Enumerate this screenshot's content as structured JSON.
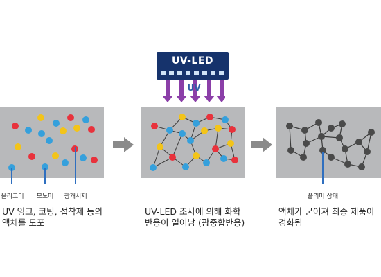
{
  "led": {
    "label": "UV-LED",
    "uv_label": "UV"
  },
  "colors": {
    "panel": "#b8b9bb",
    "led_body": "#16336c",
    "uv_arrow": "#8b3fa8",
    "red": "#e8323c",
    "yellow": "#f3c419",
    "blue": "#35a0dc",
    "cured_node": "#4a4a4a",
    "step_arrow": "#8a8a8a"
  },
  "panels": {
    "liquid": {
      "legend": [
        "올리고머",
        "모노머",
        "광개시제"
      ],
      "caption": "UV 잉크, 코팅, 접착제 등의\n액체를 도포"
    },
    "reaction": {
      "caption": "UV-LED 조사에 의해 화학\n반응이 일어남 (광중합반응)"
    },
    "cured": {
      "legend": [
        "폴리머 상태"
      ],
      "caption": "액체가 굳어져 최종 제품이\n경화됨"
    }
  }
}
